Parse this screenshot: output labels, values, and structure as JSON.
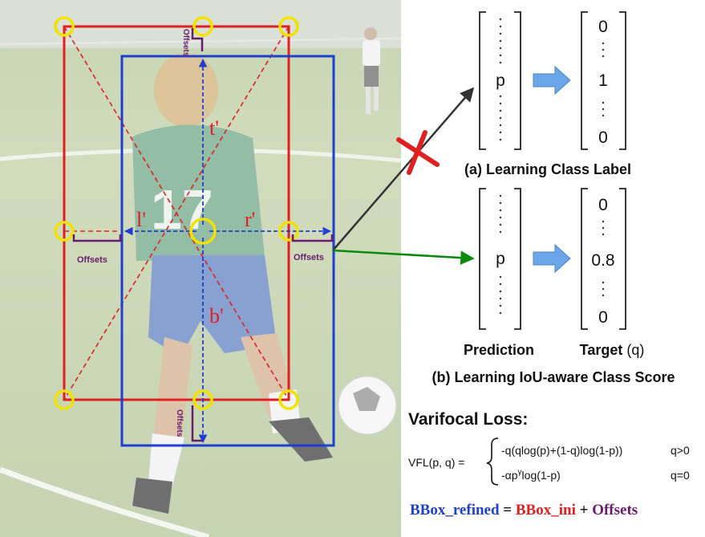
{
  "photo": {
    "labels": {
      "top": "t'",
      "left": "l'",
      "right": "r'",
      "bottom": "b'"
    },
    "offset_label": "Offsets"
  },
  "panel_a": {
    "pred_middle": "p",
    "target": [
      "0",
      "1",
      "0"
    ],
    "caption": "(a) Learning Class Label"
  },
  "panel_b": {
    "pred_middle": "p",
    "target": [
      "0",
      "0.8",
      "0"
    ],
    "prediction_label": "Prediction",
    "target_label_main": "Target",
    "target_label_q": " (q)",
    "caption": "(b) Learning IoU-aware Class Score"
  },
  "loss": {
    "title": "Varifocal Loss:",
    "lhs": "VFL(p, q) =",
    "case1_expr": "-q(qlog(p)+(1-q)log(1-p))",
    "case1_cond": "q>0",
    "case2_pre": "-αp",
    "case2_sup": "γ",
    "case2_post": "log(1-p)",
    "case2_cond": "q=0"
  },
  "equation": {
    "refined": "BBox_refined",
    "eq": " = ",
    "ini": "BBox_ini",
    "plus": " + ",
    "offsets": "Offsets"
  },
  "colors": {
    "red": "#e02020",
    "blue": "#1f3fd0",
    "yellow": "#f2e200",
    "purple": "#6a1b6e",
    "green": "#0a8a0a",
    "arrow_fill": "#6aa6e8"
  }
}
